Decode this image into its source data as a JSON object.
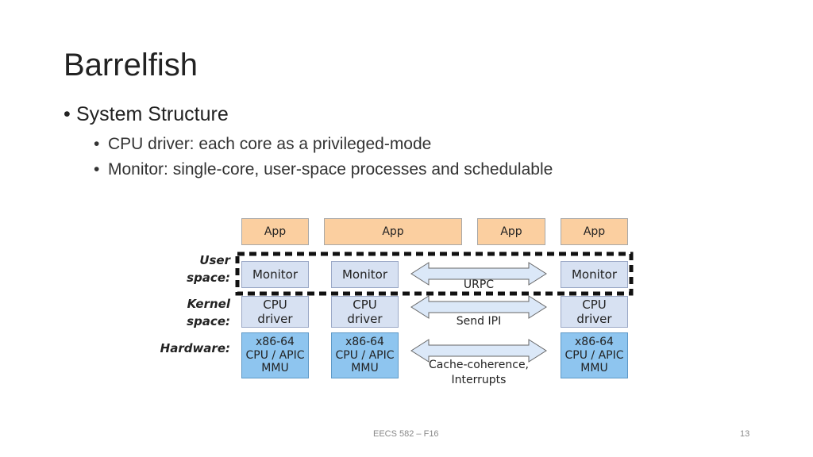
{
  "slide": {
    "title": "Barrelfish",
    "bullet": "System Structure",
    "subbullets": [
      "CPU driver: each core as a privileged-mode",
      "Monitor: single-core, user-space processes and schedulable"
    ],
    "footer": "EECS 582 – F16",
    "page_number": "13"
  },
  "diagram": {
    "row_labels": {
      "user_line1": "User",
      "user_line2": "space:",
      "kernel_line1": "Kernel",
      "kernel_line2": "space:",
      "hardware": "Hardware:"
    },
    "apps": [
      "App",
      "App",
      "App",
      "App"
    ],
    "monitors": [
      "Monitor",
      "Monitor",
      "Monitor"
    ],
    "cpu_line1": "CPU",
    "cpu_line2": "driver",
    "hw_line1": "x86-64",
    "hw_line2": "CPU / APIC",
    "hw_line3": "MMU",
    "urpc": "URPC",
    "send_ipi": "Send IPI",
    "cache_line1": "Cache-coherence,",
    "cache_line2": "Interrupts",
    "colors": {
      "app": "#fbcfa0",
      "monitor": "#d7e1f2",
      "hardware": "#8ec5ef",
      "arrow_fill": "#dbe8f8"
    }
  }
}
